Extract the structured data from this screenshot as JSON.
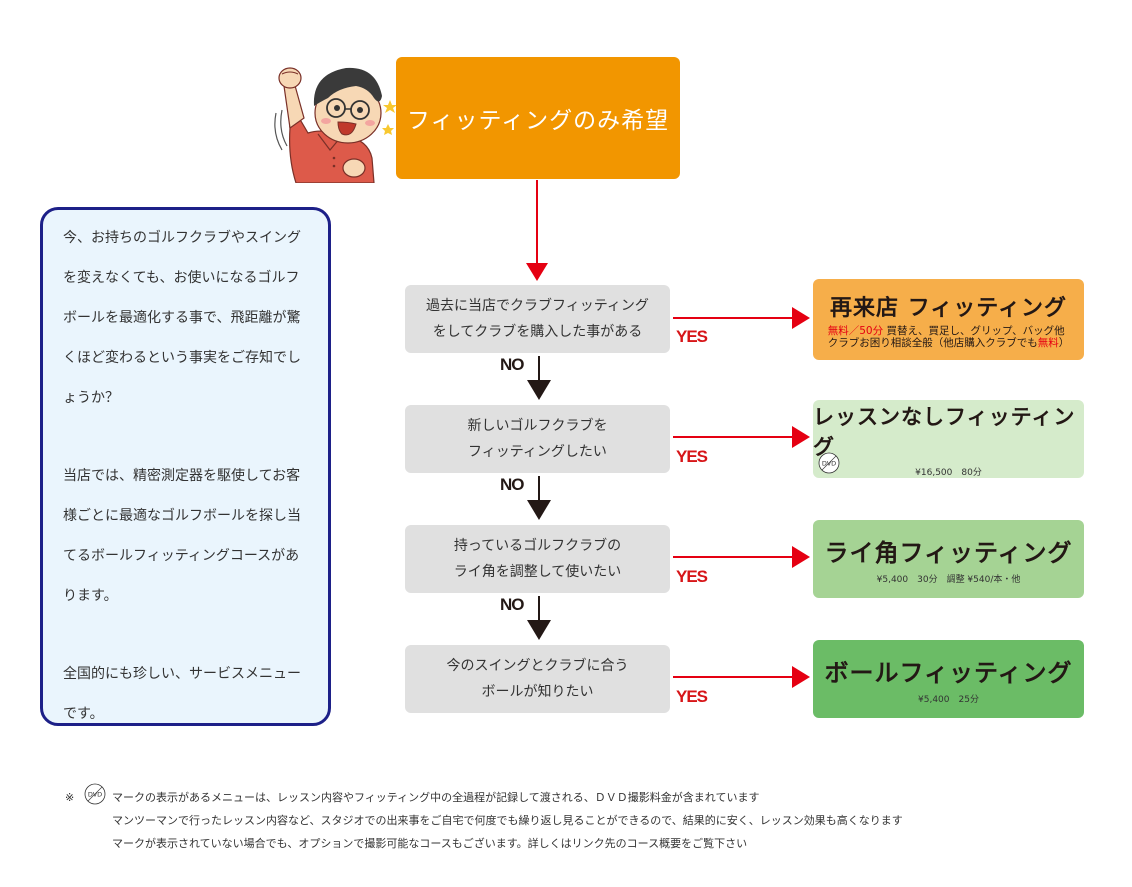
{
  "start": {
    "label": "フィッティングのみ希望",
    "color": "#f29600"
  },
  "info": {
    "paragraphs": [
      [
        "今、お持ちのゴルフクラブやスイング",
        "を変えなくても、お使いになるゴルフ",
        "ボールを最適化する事で、飛距離が驚",
        "くほど変わるという事実をご存知でし",
        "ょうか？"
      ],
      [
        "当店では、精密測定器を駆使してお客",
        "様ごとに最適なゴルフボールを探し当",
        "てるボールフィッティングコースがあ",
        "ります。"
      ],
      [
        "全国的にも珍しい、サービスメニュー",
        "です。"
      ]
    ]
  },
  "questions": [
    {
      "lines": [
        "過去に当店でクラブフィッティング",
        "をしてクラブを購入した事がある"
      ]
    },
    {
      "lines": [
        "新しいゴルフクラブを",
        "フィッティングしたい"
      ]
    },
    {
      "lines": [
        "持っているゴルフクラブの",
        "ライ角を調整して使いたい"
      ]
    },
    {
      "lines": [
        "今のスイングとクラブに合う",
        "ボールが知りたい"
      ]
    }
  ],
  "labels": {
    "yes": "YES",
    "no": "NO"
  },
  "results": [
    {
      "title": "再来店 フィッティング",
      "price_free": "無料",
      "price_rest": "／50分",
      "desc_1": " 買替え、買足し、グリップ、バッグ他",
      "desc_2a": "クラブお困り相談全般（他店購入クラブでも",
      "desc_2b": "無料",
      "desc_2c": "）",
      "color": "#f6ae4a"
    },
    {
      "title": "レッスンなしフィッティング",
      "sub": "¥16,500　80分",
      "dvd": "DVD",
      "color": "#d5ebcb"
    },
    {
      "title": "ライ角フィッティング",
      "sub": "¥5,400　30分　調整 ¥540/本・他",
      "color": "#a5d394"
    },
    {
      "title": "ボールフィッティング",
      "sub": "¥5,400　25分",
      "color": "#6bbc66"
    }
  ],
  "footnote": {
    "mark": "※",
    "dvd": "DVD",
    "lines": [
      "マークの表示があるメニューは、レッスン内容やフィッティング中の全過程が記録して渡される、ＤＶＤ撮影料金が含まれています",
      "マンツーマンで行ったレッスン内容など、スタジオでの出来事をご自宅で何度でも繰り返し見ることができるので、結果的に安く、レッスン効果も高くなります",
      "マークが表示されていない場合でも、オプションで撮影可能なコースもございます。詳しくはリンク先のコース概要をご覧下さい"
    ]
  },
  "colors": {
    "arrow_red": "#e50012",
    "arrow_dark": "#231815",
    "info_border": "#1d2088"
  }
}
